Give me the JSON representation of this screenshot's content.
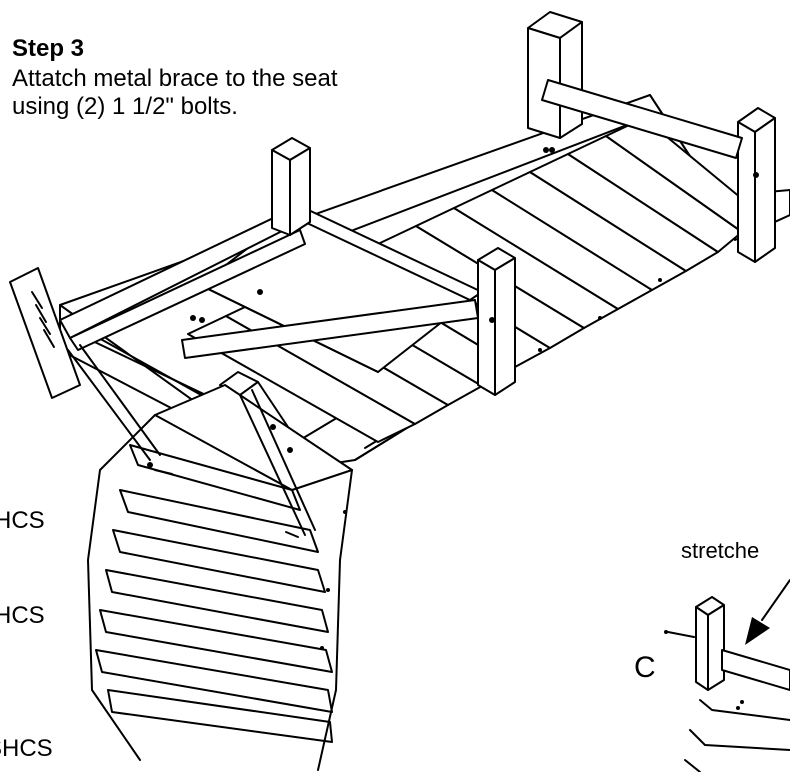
{
  "instructions": {
    "step_title": "Step 3",
    "step_line_1": "Attatch metal brace to the seat",
    "step_line_2": "using (2) 1 1/2\" bolts."
  },
  "callouts": {
    "hcs_1": "HCS",
    "hcs_2": "HCS",
    "hcs_3": "SHCS"
  },
  "detail": {
    "stretcher_label": "stretche",
    "bolt_label": "C"
  }
}
